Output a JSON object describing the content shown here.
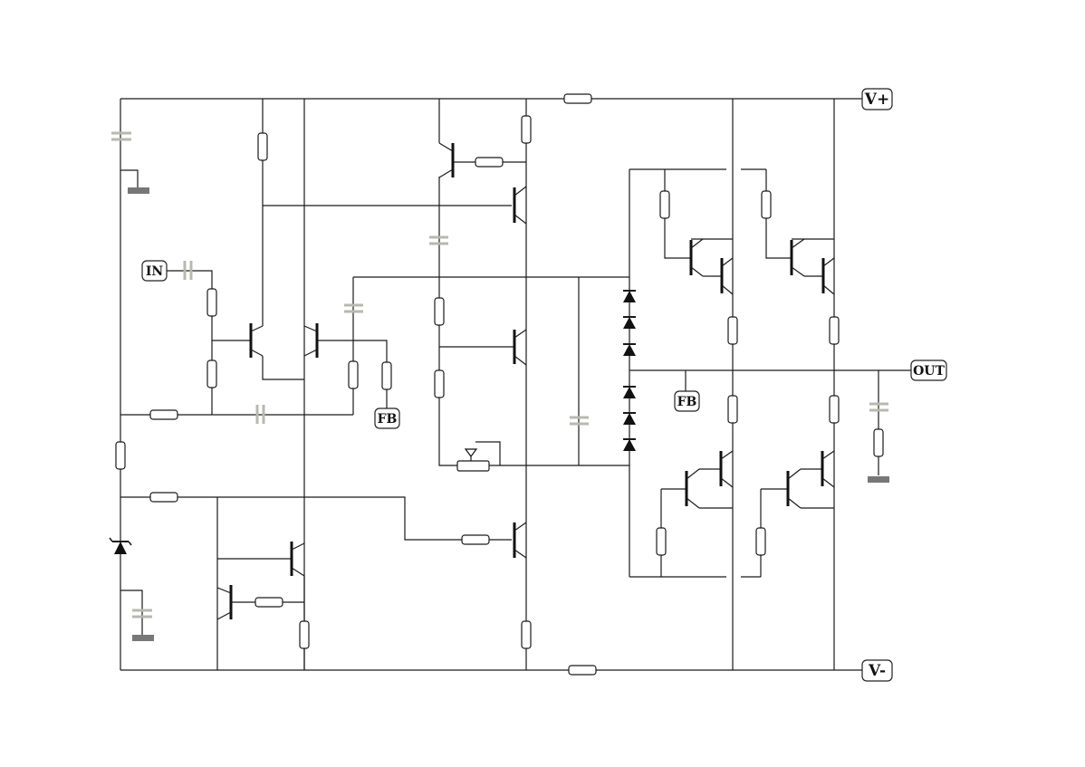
{
  "labels": {
    "v_plus": "V+",
    "v_minus": "V-",
    "input": "IN",
    "output": "OUT",
    "feedback_left": "FB",
    "feedback_right": "FB"
  },
  "colors": {
    "wire": "#1a1a1a",
    "capacitor": "#b8b8b0",
    "ground": "#777777"
  }
}
